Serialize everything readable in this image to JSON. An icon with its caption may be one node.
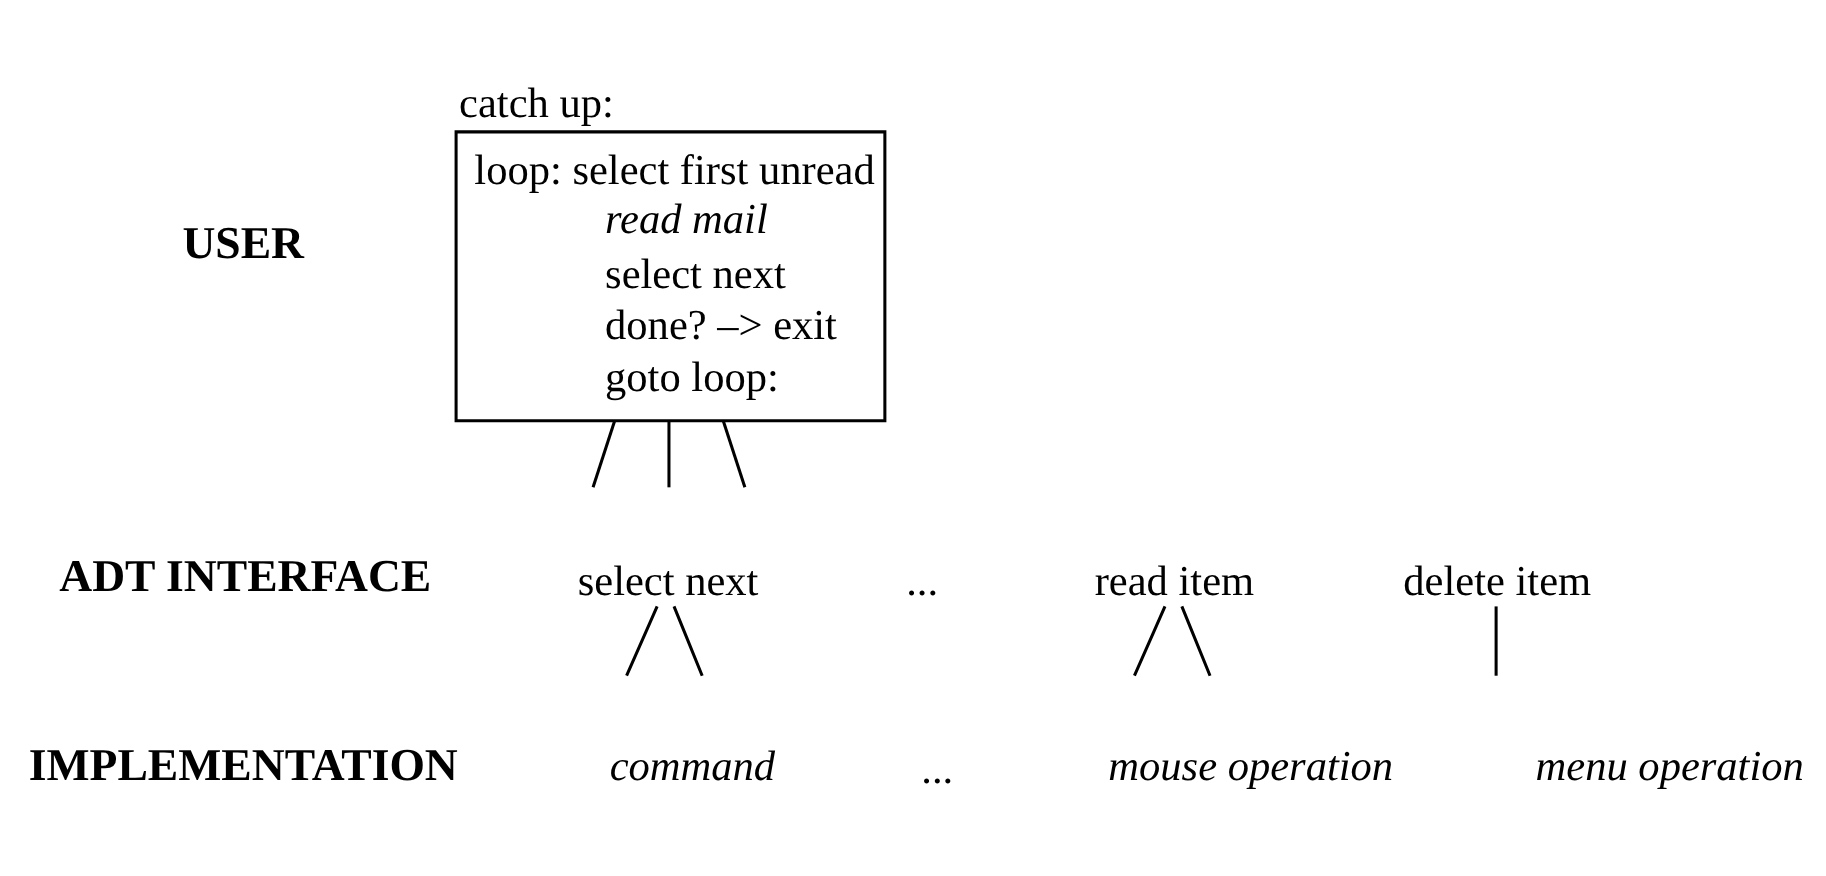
{
  "diagram": {
    "nodes": [
      {
        "text": [
          "catch up:",
          "loop: select first unread",
          "*read mail*",
          "select next",
          "done? –> exit",
          "goto loop:"
        ]
      },
      {
        "text": [
          "select next"
        ]
      },
      {
        "text": [
          "..."
        ]
      },
      {
        "text": [
          "read item"
        ]
      },
      {
        "text": [
          "delete item"
        ]
      },
      {
        "text": [
          "command"
        ]
      },
      {
        "text": [
          "..."
        ]
      },
      {
        "text": [
          "mouse operation"
        ]
      },
      {
        "text": [
          "menu operation"
        ]
      }
    ],
    "edges": [
      {
        "from": 0,
        "to": null,
        "arrow": "none"
      },
      {
        "from": 0,
        "to": null,
        "arrow": "none"
      },
      {
        "from": 0,
        "to": null,
        "arrow": "none"
      },
      {
        "from": 1,
        "to": null,
        "arrow": "none"
      },
      {
        "from": 1,
        "to": null,
        "arrow": "none"
      },
      {
        "from": 3,
        "to": null,
        "arrow": "none"
      },
      {
        "from": 3,
        "to": null,
        "arrow": "none"
      },
      {
        "from": 4,
        "to": null,
        "arrow": "none"
      }
    ],
    "labels": [
      "USER",
      "ADT INTERFACE",
      "IMPLEMENTATION"
    ]
  }
}
